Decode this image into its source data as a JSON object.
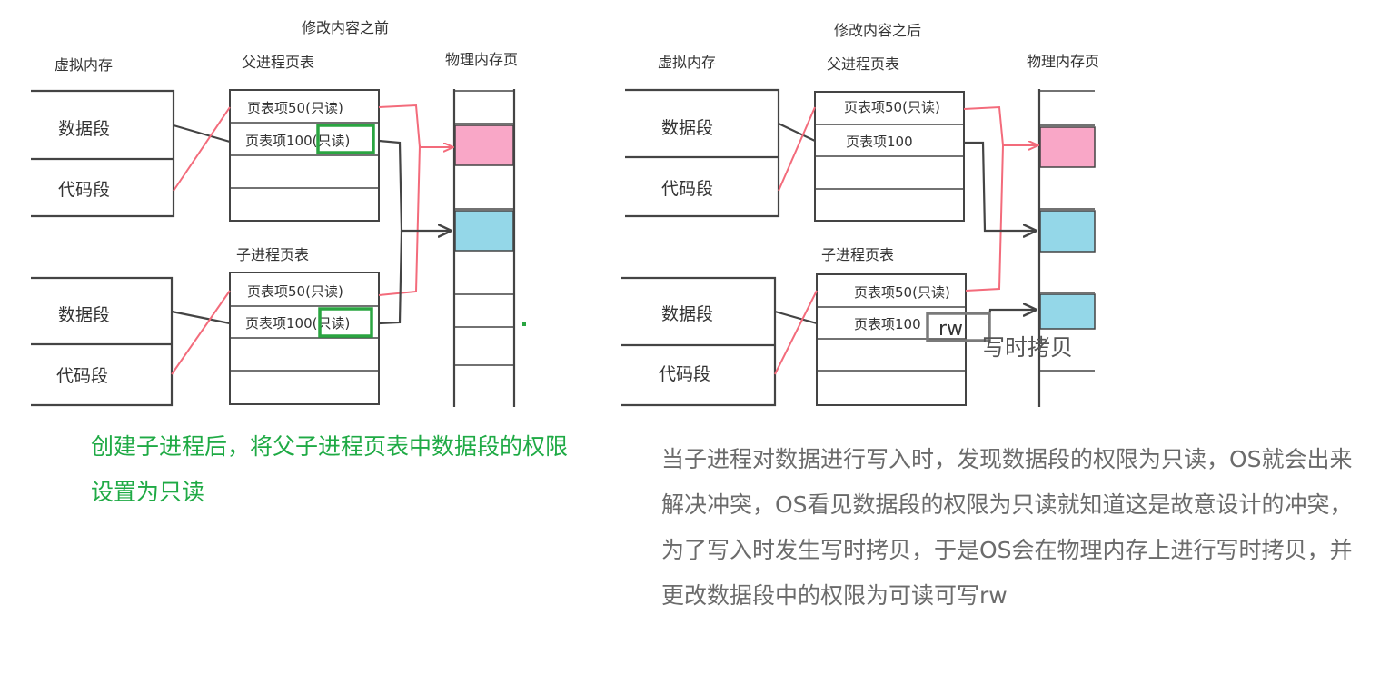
{
  "left": {
    "title": "修改内容之前",
    "virtual_label": "虚拟内存",
    "parent_table_label": "父进程页表",
    "child_table_label": "子进程页表",
    "physical_label": "物理内存页",
    "data_segment": "数据段",
    "code_segment": "代码段",
    "parent_entries": [
      "页表项50(只读)",
      "页表项100(只读)"
    ],
    "child_entries": [
      "页表项50(只读)",
      "页表项100(只读)"
    ],
    "caption": "创建子进程后，将父子进程页表中数据段的权限设置为只读"
  },
  "right": {
    "title": "修改内容之后",
    "virtual_label": "虚拟内存",
    "parent_table_label": "父进程页表",
    "child_table_label": "子进程页表",
    "physical_label": "物理内存页",
    "data_segment": "数据段",
    "code_segment": "代码段",
    "parent_entries": [
      "页表项50(只读)",
      "页表项100"
    ],
    "child_entries": [
      "页表项50(只读)",
      "页表项100"
    ],
    "rw_tag": "rw",
    "cow_label": "写时拷贝",
    "caption": "当子进程对数据进行写入时，发现数据段的权限为只读，OS就会出来解决冲突，OS看见数据段的权限为只读就知道这是故意设计的冲突，为了写入时发生写时拷贝，于是OS会在物理内存上进行写时拷贝，并更改数据段中的权限为可读可写rw"
  },
  "colors": {
    "pink_page": "#f9a7c7",
    "blue_page": "#94d7e8",
    "mapping_red": "#f36b7b",
    "highlight_green": "#2aa541",
    "rw_box_gray": "#7a7a7a",
    "caption_green": "#1faa45",
    "caption_gray": "#6b6b6b"
  }
}
